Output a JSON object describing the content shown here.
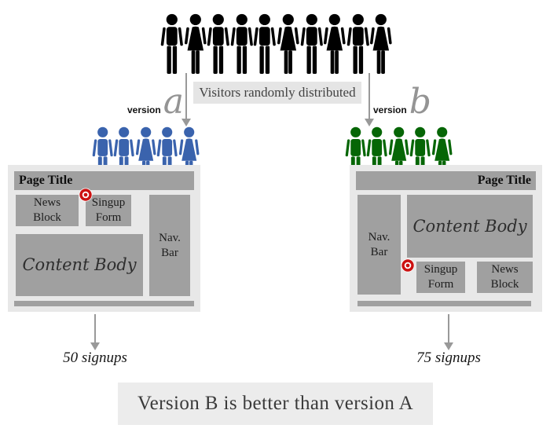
{
  "colors": {
    "crowd-black": "#000000",
    "crowd-blue": "#3a63ad",
    "crowd-green": "#066606",
    "target-red": "#cc1111",
    "arrow-gray": "#999999",
    "panel-bg": "#e8e8e8",
    "block-gray": "#a0a0a0",
    "label-bg": "#e5e5e5",
    "banner-bg": "#ececec"
  },
  "flow": {
    "visitors_label": "Visitors randomly distributed",
    "version_a_word": "version",
    "version_a_letter": "a",
    "version_b_word": "version",
    "version_b_letter": "b",
    "signups_a": "50 signups",
    "signups_b": "75 signups",
    "conclusion": "Version B is better than version A"
  },
  "crowds": {
    "all": [
      "male",
      "female",
      "male",
      "male",
      "male",
      "female",
      "male",
      "female",
      "male",
      "female"
    ],
    "group_a": [
      "male",
      "male",
      "female",
      "male",
      "female"
    ],
    "group_b": [
      "male",
      "male",
      "female",
      "male",
      "female"
    ]
  },
  "page_a": {
    "title": "Page Title",
    "news": "News\nBlock",
    "signup": "Singup\nForm",
    "nav": "Nav.\nBar",
    "content": "Content Body"
  },
  "page_b": {
    "title": "Page Title",
    "news": "News\nBlock",
    "signup": "Singup\nForm",
    "nav": "Nav.\nBar",
    "content": "Content Body"
  }
}
